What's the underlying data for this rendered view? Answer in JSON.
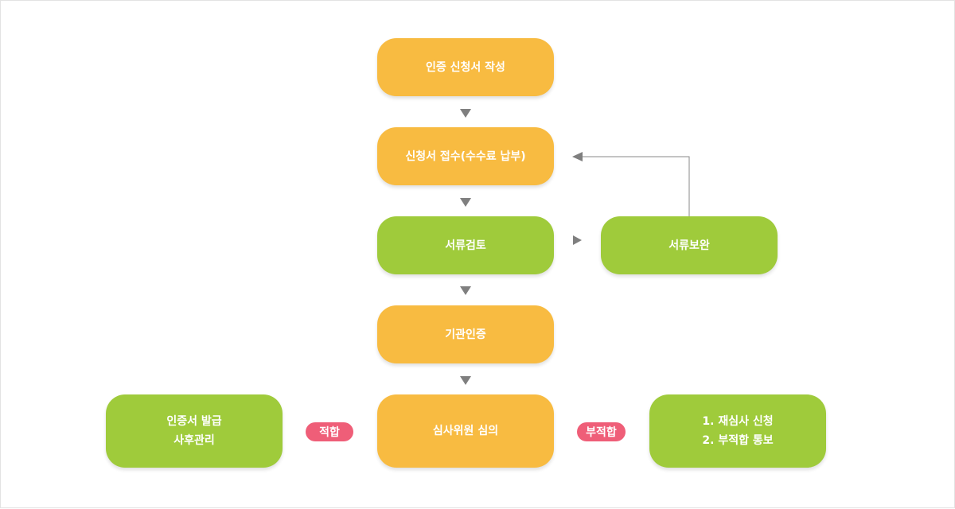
{
  "steps": {
    "write_application": "인증 신청서 작성",
    "receive_application": "신청서 접수(수수료 납부)",
    "document_review": "서류검토",
    "document_supplement": "서류보완",
    "agency_certification": "기관인증",
    "committee_review": "심사위원 심의"
  },
  "outcomes": {
    "pass_label": "적합",
    "fail_label": "부적합",
    "pass_actions": [
      "인증서 발급",
      "사후관리"
    ],
    "fail_actions": [
      "1. 재심사 신청",
      "2. 부적합 통보"
    ]
  },
  "colors": {
    "orange": "#f8bb41",
    "green": "#9fcb3b",
    "pill": "#ef5e78",
    "arrow": "#7f7f7f"
  }
}
